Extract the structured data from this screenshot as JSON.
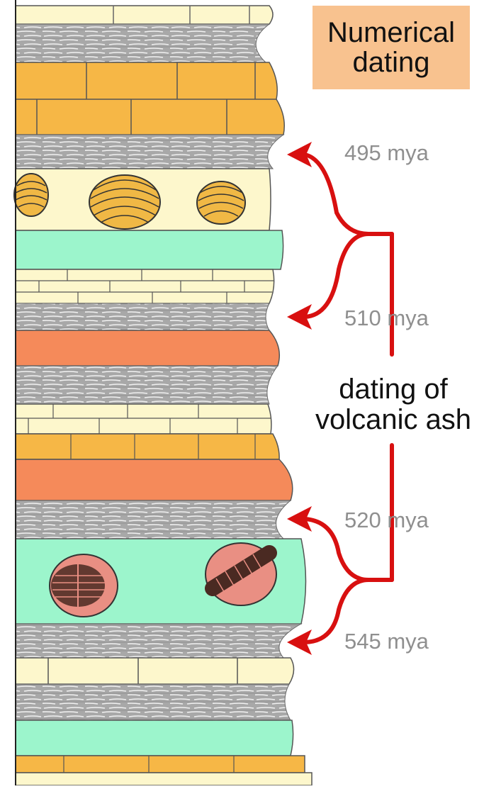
{
  "title": {
    "line1": "Numerical",
    "line2": "dating"
  },
  "ages": [
    {
      "value": "495",
      "unit": "mya"
    },
    {
      "value": "510",
      "unit": "mya"
    },
    {
      "value": "520",
      "unit": "mya"
    },
    {
      "value": "545",
      "unit": "mya"
    }
  ],
  "annotation": {
    "line1": "dating of",
    "line2": "volcanic ash"
  },
  "colors": {
    "cream": "#fdf7cc",
    "orange": "#f6b746",
    "gray": "#a9a9a9",
    "teal": "#9cf5cc",
    "ash": "#f58a5a",
    "arrow": "#d81010",
    "fossil_pink": "#e98f83",
    "title_bg": "#f8c28f"
  },
  "icons": [
    "brachiopod-fossil-icon",
    "trilobite-fossil-icon"
  ]
}
